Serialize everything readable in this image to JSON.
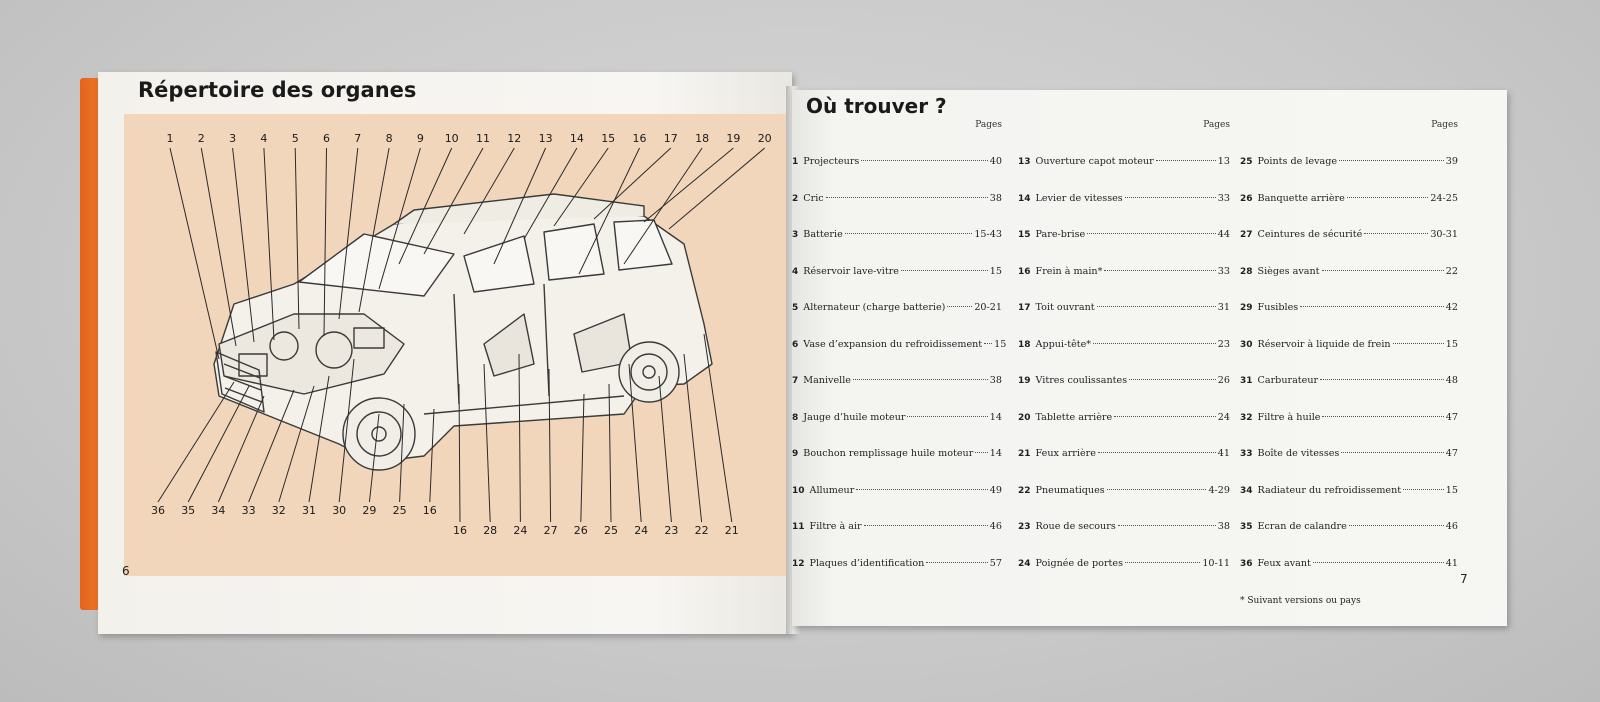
{
  "left_page": {
    "title": "Répertoire des organes",
    "page_number": "6",
    "callouts_top": [
      "1",
      "2",
      "3",
      "4",
      "5",
      "6",
      "7",
      "8",
      "9",
      "10",
      "11",
      "12",
      "13",
      "14",
      "15",
      "16",
      "17",
      "18",
      "19",
      "20"
    ],
    "callouts_bottom": [
      "36",
      "35",
      "34",
      "33",
      "32",
      "31",
      "30",
      "29",
      "25",
      "16",
      "16",
      "28",
      "24",
      "27",
      "26",
      "25",
      "24",
      "23",
      "22",
      "21"
    ]
  },
  "right_page": {
    "title": "Où trouver ?",
    "pages_header": "Pages",
    "page_number": "7",
    "footnote": "* Suivant versions ou pays",
    "columns": [
      [
        {
          "num": "1",
          "label": "Projecteurs",
          "page": "40"
        },
        {
          "num": "2",
          "label": "Cric",
          "page": "38"
        },
        {
          "num": "3",
          "label": "Batterie",
          "page": "15-43"
        },
        {
          "num": "4",
          "label": "Réservoir lave-vitre",
          "page": "15"
        },
        {
          "num": "5",
          "label": "Alternateur (charge batterie)",
          "page": "20-21"
        },
        {
          "num": "6",
          "label": "Vase d’expansion du refroidissement",
          "page": "15"
        },
        {
          "num": "7",
          "label": "Manivelle",
          "page": "38"
        },
        {
          "num": "8",
          "label": "Jauge d’huile moteur",
          "page": "14"
        },
        {
          "num": "9",
          "label": "Bouchon remplissage huile moteur",
          "page": "14"
        },
        {
          "num": "10",
          "label": "Allumeur",
          "page": "49"
        },
        {
          "num": "11",
          "label": "Filtre à air",
          "page": "46"
        },
        {
          "num": "12",
          "label": "Plaques d’identification",
          "page": "57"
        }
      ],
      [
        {
          "num": "13",
          "label": "Ouverture capot moteur",
          "page": "13"
        },
        {
          "num": "14",
          "label": "Levier de vitesses",
          "page": "33"
        },
        {
          "num": "15",
          "label": "Pare-brise",
          "page": "44"
        },
        {
          "num": "16",
          "label": "Frein à main*",
          "page": "33"
        },
        {
          "num": "17",
          "label": "Toit ouvrant",
          "page": "31"
        },
        {
          "num": "18",
          "label": "Appui-tête*",
          "page": "23"
        },
        {
          "num": "19",
          "label": "Vitres coulissantes",
          "page": "26"
        },
        {
          "num": "20",
          "label": "Tablette arrière",
          "page": "24"
        },
        {
          "num": "21",
          "label": "Feux arrière",
          "page": "41"
        },
        {
          "num": "22",
          "label": "Pneumatiques",
          "page": "4-29"
        },
        {
          "num": "23",
          "label": "Roue de secours",
          "page": "38"
        },
        {
          "num": "24",
          "label": "Poignée de portes",
          "page": "10-11"
        }
      ],
      [
        {
          "num": "25",
          "label": "Points de levage",
          "page": "39"
        },
        {
          "num": "26",
          "label": "Banquette arrière",
          "page": "24-25"
        },
        {
          "num": "27",
          "label": "Ceintures de sécurité",
          "page": "30-31"
        },
        {
          "num": "28",
          "label": "Sièges avant",
          "page": "22"
        },
        {
          "num": "29",
          "label": "Fusibles",
          "page": "42"
        },
        {
          "num": "30",
          "label": "Réservoir à liquide de frein",
          "page": "15"
        },
        {
          "num": "31",
          "label": "Carburateur",
          "page": "48"
        },
        {
          "num": "32",
          "label": "Filtre à huile",
          "page": "47"
        },
        {
          "num": "33",
          "label": "Boîte de vitesses",
          "page": "47"
        },
        {
          "num": "34",
          "label": "Radiateur du refroidissement",
          "page": "15"
        },
        {
          "num": "35",
          "label": "Ecran de calandre",
          "page": "46"
        },
        {
          "num": "36",
          "label": "Feux avant",
          "page": "41"
        }
      ]
    ]
  }
}
